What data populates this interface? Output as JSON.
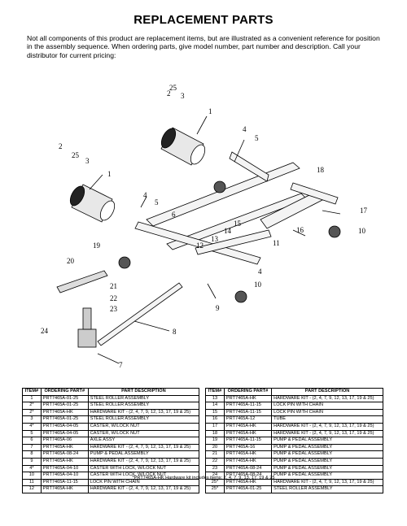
{
  "title": "REPLACEMENT PARTS",
  "intro": "Not all components of this product are replacement items, but are illustrated as a convenient reference for position in the assembly sequence. When ordering parts, give model number, part number and description. Call your distributor for current pricing:",
  "callouts": [
    "1",
    "2",
    "25",
    "3",
    "4",
    "5",
    "1",
    "2",
    "25",
    "3",
    "4",
    "5",
    "6",
    "18",
    "17",
    "10",
    "16",
    "15",
    "14",
    "13",
    "12",
    "11",
    "19",
    "20",
    "21",
    "22",
    "23",
    "24",
    "9",
    "8",
    "7",
    "4",
    "10"
  ],
  "table": {
    "headers": [
      "ITEM#",
      "ORDERING PART#",
      "PART DESCRIPTION"
    ],
    "left_rows": [
      {
        "item": "1",
        "part": "PRT7465A-01-25",
        "desc": "STEEL ROLLER ASSEMBLY"
      },
      {
        "item": "2*",
        "part": "PRT7465A-01-25",
        "desc": "STEEL ROLLER ASSEMBLY"
      },
      {
        "item": "2*",
        "part": "PRT7465A-HK",
        "desc": "HARDWARE KIT - (2, 4, 7, 9, 12, 13, 17, 19 & 25)"
      },
      {
        "item": "3",
        "part": "PRT7465A-01-25",
        "desc": "STEEL ROLLER ASSEMBLY"
      },
      {
        "item": "4*",
        "part": "PRT7465A-04-05",
        "desc": "CASTER, W/LOCK NUT"
      },
      {
        "item": "5",
        "part": "PRT7465A-04-05",
        "desc": "CASTER, W/LOCK NUT"
      },
      {
        "item": "6",
        "part": "PRT7465A-06",
        "desc": "AXLE ASSY"
      },
      {
        "item": "7",
        "part": "PRT7465A-HK",
        "desc": "HARDWARE KIT - (2, 4, 7, 9, 12, 13, 17, 19 & 25)"
      },
      {
        "item": "8",
        "part": "PRT7465A-08-24",
        "desc": "PUMP & PEDAL ASSEMBLY"
      },
      {
        "item": "9",
        "part": "PRT7465A-HK",
        "desc": "HARDWARE KIT - (2, 4, 7, 9, 12, 13, 17, 19 & 25)"
      },
      {
        "item": "4*",
        "part": "PRT7465A-04-10",
        "desc": "CASTER WITH LOCK, W/LOCK NUT"
      },
      {
        "item": "10",
        "part": "PRT7465A-04-10",
        "desc": "CASTER WITH LOCK, W/LOCK NUT"
      },
      {
        "item": "11",
        "part": "PRT7465A-11-15",
        "desc": "LOCK PIN WITH CHAIN"
      },
      {
        "item": "12",
        "part": "PRT7465A-HK",
        "desc": "HARDWARE KIT - (2, 4, 7, 9, 12, 13, 17, 19 & 25)"
      }
    ],
    "right_rows": [
      {
        "item": "13",
        "part": "PRT7465A-HK",
        "desc": "HARDWARE KIT - (2, 4, 7, 9, 12, 13, 17, 19 & 25)"
      },
      {
        "item": "14",
        "part": "PRT7465A-11-15",
        "desc": "LOCK PIN WITH CHAIN"
      },
      {
        "item": "15",
        "part": "PRT7465A-11-15",
        "desc": "LOCK PIN WITH CHAIN"
      },
      {
        "item": "16",
        "part": "PRT7465A-12",
        "desc": "TUBE"
      },
      {
        "item": "17",
        "part": "PRT7465A-HK",
        "desc": "HARDWARE KIT - (2, 4, 7, 9, 12, 13, 17, 19 & 25)"
      },
      {
        "item": "18",
        "part": "PRT7465A-HK",
        "desc": "HARDWARE KIT - (2, 4, 7, 9, 12, 13, 17, 19 & 25)"
      },
      {
        "item": "19",
        "part": "PRT7465A-11-15",
        "desc": "PUMP & PEDAL ASSEMBLY"
      },
      {
        "item": "20",
        "part": "PRT7465A-16",
        "desc": "PUMP & PEDAL ASSEMBLY"
      },
      {
        "item": "21",
        "part": "PRT7465A-HK",
        "desc": "PUMP & PEDAL ASSEMBLY"
      },
      {
        "item": "22",
        "part": "PRT7465A-HK",
        "desc": "PUMP & PEDAL ASSEMBLY"
      },
      {
        "item": "23",
        "part": "PRT7465A-08-24",
        "desc": "PUMP & PEDAL ASSEMBLY"
      },
      {
        "item": "24",
        "part": "PRT7465A-08-24",
        "desc": "PUMP & PEDAL ASSEMBLY"
      },
      {
        "item": "25*",
        "part": "PRT7465A-HK",
        "desc": "HARDWARE KIT - (2, 4, 7, 9, 12, 13, 17, 19 & 25)"
      },
      {
        "item": "25*",
        "part": "PRT7465A-01-25",
        "desc": "STEEL ROLLER ASSEMBLY"
      }
    ]
  },
  "footnote": "*PRT7465A-HK Hardware kit includes items: 2, 4, 7, 9, 13, 17, 19 & 25"
}
